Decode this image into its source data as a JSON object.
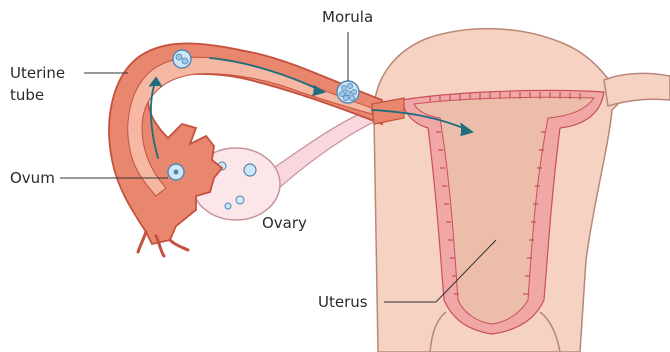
{
  "labels": {
    "uterine_tube_line1": "Uterine",
    "uterine_tube_line2": "tube",
    "morula": "Morula",
    "ovum": "Ovum",
    "ovary": "Ovary",
    "uterus": "Uterus"
  },
  "colors": {
    "tube_flesh": "#e9876e",
    "tube_outline": "#c4513f",
    "tube_lumen": "#f6b7a3",
    "uterus_body": "#f6d2c2",
    "uterus_outline": "#b98777",
    "endometrium": "#f0a7a6",
    "endometrium_fringe": "#c9505a",
    "cavity": "#ecbdaa",
    "ovary": "#fbe6ea",
    "ovary_outline": "#c9929c",
    "ligament": "#f8d7dd",
    "cell_fill": "#cfe6f7",
    "cell_outline": "#4f86b7",
    "arrow": "#1e6e7e",
    "leader": "#333333"
  }
}
